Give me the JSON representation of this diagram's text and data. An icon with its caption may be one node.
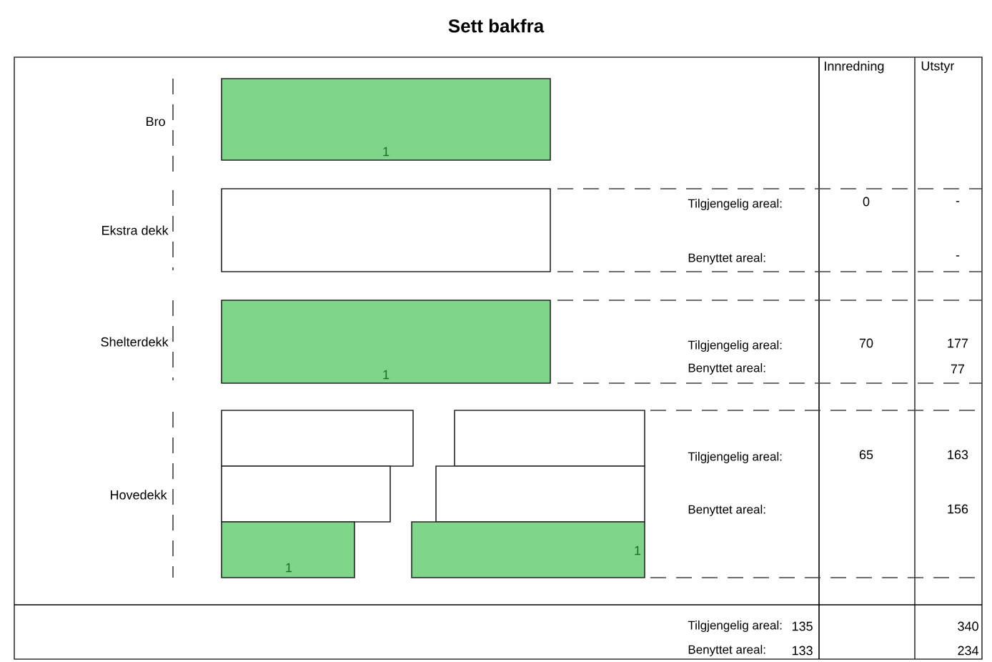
{
  "diagram": {
    "title": "Sett bakfra",
    "nodes": [
      {
        "text": [
          "1"
        ]
      },
      {
        "text": [],
        "shape": "box"
      },
      {
        "text": [
          "1"
        ]
      },
      {
        "text": [],
        "shape": "box"
      },
      {
        "text": [],
        "shape": "box"
      },
      {
        "text": [],
        "shape": "box"
      },
      {
        "text": [],
        "shape": "box"
      },
      {
        "text": [
          "1"
        ]
      },
      {
        "text": [
          "1"
        ]
      }
    ],
    "labels": [
      "Innredning",
      "Utstyr",
      "Bro",
      "Ekstra dekk",
      "Tilgjengelig areal:",
      "0",
      "-",
      "Benyttet areal:",
      "-",
      "Shelterdekk",
      "Tilgjengelig areal:",
      "70",
      "177",
      "Benyttet areal:",
      "77",
      "Hovedekk",
      "Tilgjengelig areal:",
      "65",
      "163",
      "Benyttet areal:",
      "156",
      "Tilgjengelig areal:",
      "135",
      "340",
      "Benyttet areal:",
      "133",
      "234"
    ]
  }
}
